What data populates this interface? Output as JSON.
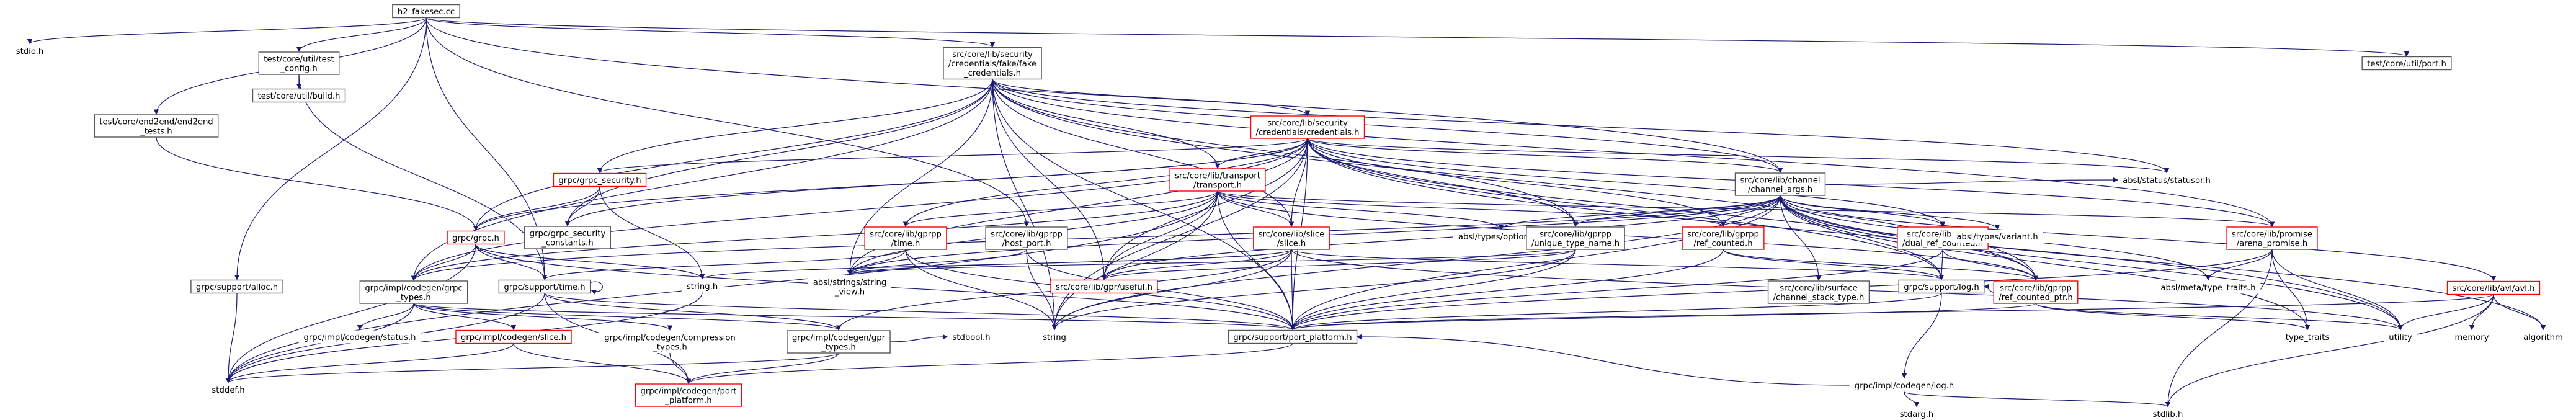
{
  "diagram": {
    "title": "h2_fakesec.cc",
    "colors": {
      "root_fill": "#bfbfbf",
      "normal_border": "#555555",
      "red_border": "#ff0000",
      "edge": "#191970",
      "text": "#000000"
    },
    "nodes": [
      {
        "id": "root",
        "lines": [
          "h2_fakesec.cc"
        ],
        "border": "root"
      },
      {
        "id": "stdio",
        "lines": [
          "stdio.h"
        ],
        "border": "none"
      },
      {
        "id": "alloc",
        "lines": [
          "grpc/support/alloc.h"
        ],
        "border": "normal"
      },
      {
        "id": "end2end",
        "lines": [
          "test/core/end2end/end2end",
          "_tests.h"
        ],
        "border": "normal"
      },
      {
        "id": "testconfig",
        "lines": [
          "test/core/util/test",
          "_config.h"
        ],
        "border": "normal"
      },
      {
        "id": "build",
        "lines": [
          "test/core/util/build.h"
        ],
        "border": "normal"
      },
      {
        "id": "fakecred",
        "lines": [
          "src/core/lib/security",
          "/credentials/fake/fake",
          "_credentials.h"
        ],
        "border": "normal"
      },
      {
        "id": "port",
        "lines": [
          "test/core/util/port.h"
        ],
        "border": "normal"
      },
      {
        "id": "cred",
        "lines": [
          "src/core/lib/security",
          "/credentials/credentials.h"
        ],
        "border": "red"
      },
      {
        "id": "grpcsec",
        "lines": [
          "grpc/grpc_security.h"
        ],
        "border": "red"
      },
      {
        "id": "transport",
        "lines": [
          "src/core/lib/transport",
          "/transport.h"
        ],
        "border": "red"
      },
      {
        "id": "statusor",
        "lines": [
          "absl/status/statusor.h"
        ],
        "border": "none"
      },
      {
        "id": "chanargs",
        "lines": [
          "src/core/lib/channel",
          "/channel_args.h"
        ],
        "border": "normal"
      },
      {
        "id": "grpch",
        "lines": [
          "grpc/grpc.h"
        ],
        "border": "red"
      },
      {
        "id": "secconst",
        "lines": [
          "grpc/grpc_security",
          "_constants.h"
        ],
        "border": "normal"
      },
      {
        "id": "gtime",
        "lines": [
          "src/core/lib/gprpp",
          "/time.h"
        ],
        "border": "red"
      },
      {
        "id": "hostport",
        "lines": [
          "src/core/lib/gprpp",
          "/host_port.h"
        ],
        "border": "normal"
      },
      {
        "id": "slice",
        "lines": [
          "src/core/lib/slice",
          "/slice.h"
        ],
        "border": "red"
      },
      {
        "id": "optional",
        "lines": [
          "absl/types/optional.h"
        ],
        "border": "none"
      },
      {
        "id": "uniq",
        "lines": [
          "src/core/lib/gprpp",
          "/unique_type_name.h"
        ],
        "border": "normal"
      },
      {
        "id": "refcounted",
        "lines": [
          "src/core/lib/gprpp",
          "/ref_counted.h"
        ],
        "border": "red"
      },
      {
        "id": "dualref",
        "lines": [
          "src/core/lib/gprpp",
          "/dual_ref_counted.h"
        ],
        "border": "red"
      },
      {
        "id": "variant",
        "lines": [
          "absl/types/variant.h"
        ],
        "border": "none"
      },
      {
        "id": "arena",
        "lines": [
          "src/core/lib/promise",
          "/arena_promise.h"
        ],
        "border": "red"
      },
      {
        "id": "avl",
        "lines": [
          "src/core/lib/avl/avl.h"
        ],
        "border": "red"
      },
      {
        "id": "metatype",
        "lines": [
          "absl/meta/type_traits.h"
        ],
        "border": "none"
      },
      {
        "id": "grpctypes",
        "lines": [
          "grpc/impl/codegen/grpc",
          "_types.h"
        ],
        "border": "normal"
      },
      {
        "id": "suptime",
        "lines": [
          "grpc/support/time.h"
        ],
        "border": "normal"
      },
      {
        "id": "stringh",
        "lines": [
          "string.h"
        ],
        "border": "none"
      },
      {
        "id": "stringview",
        "lines": [
          "absl/strings/string",
          "_view.h"
        ],
        "border": "none"
      },
      {
        "id": "useful",
        "lines": [
          "src/core/lib/gpr/useful.h"
        ],
        "border": "red"
      },
      {
        "id": "stack",
        "lines": [
          "src/core/lib/surface",
          "/channel_stack_type.h"
        ],
        "border": "normal"
      },
      {
        "id": "log",
        "lines": [
          "grpc/support/log.h"
        ],
        "border": "normal"
      },
      {
        "id": "refptr",
        "lines": [
          "src/core/lib/gprpp",
          "/ref_counted_ptr.h"
        ],
        "border": "red"
      },
      {
        "id": "typetraits",
        "lines": [
          "type_traits"
        ],
        "border": "none"
      },
      {
        "id": "utility",
        "lines": [
          "utility"
        ],
        "border": "none"
      },
      {
        "id": "memory",
        "lines": [
          "memory"
        ],
        "border": "none"
      },
      {
        "id": "algorithm",
        "lines": [
          "algorithm"
        ],
        "border": "none"
      },
      {
        "id": "status",
        "lines": [
          "grpc/impl/codegen/status.h"
        ],
        "border": "none"
      },
      {
        "id": "cslice",
        "lines": [
          "grpc/impl/codegen/slice.h"
        ],
        "border": "red"
      },
      {
        "id": "comptypes",
        "lines": [
          "grpc/impl/codegen/compression",
          "_types.h"
        ],
        "border": "none"
      },
      {
        "id": "gprtypes",
        "lines": [
          "grpc/impl/codegen/gpr",
          "_types.h"
        ],
        "border": "normal"
      },
      {
        "id": "stdbool",
        "lines": [
          "stdbool.h"
        ],
        "border": "none"
      },
      {
        "id": "string",
        "lines": [
          "string"
        ],
        "border": "none"
      },
      {
        "id": "portplat",
        "lines": [
          "grpc/support/port_platform.h"
        ],
        "border": "normal"
      },
      {
        "id": "clog",
        "lines": [
          "grpc/impl/codegen/log.h"
        ],
        "border": "none"
      },
      {
        "id": "stddef",
        "lines": [
          "stddef.h"
        ],
        "border": "none"
      },
      {
        "id": "cportplat",
        "lines": [
          "grpc/impl/codegen/port",
          "_platform.h"
        ],
        "border": "red"
      },
      {
        "id": "stdarg",
        "lines": [
          "stdarg.h"
        ],
        "border": "none"
      },
      {
        "id": "stdlib",
        "lines": [
          "stdlib.h"
        ],
        "border": "none"
      }
    ],
    "edges": [
      [
        "root",
        "stdio"
      ],
      [
        "root",
        "alloc"
      ],
      [
        "root",
        "end2end"
      ],
      [
        "root",
        "testconfig"
      ],
      [
        "root",
        "fakecred"
      ],
      [
        "root",
        "port"
      ],
      [
        "root",
        "suptime"
      ],
      [
        "root",
        "hostport"
      ],
      [
        "root",
        "chanargs"
      ],
      [
        "testconfig",
        "build"
      ],
      [
        "testconfig",
        "suptime"
      ],
      [
        "end2end",
        "grpch"
      ],
      [
        "alloc",
        "stddef"
      ],
      [
        "fakecred",
        "cred"
      ],
      [
        "fakecred",
        "grpcsec"
      ],
      [
        "fakecred",
        "secconst"
      ],
      [
        "fakecred",
        "grpch"
      ],
      [
        "fakecred",
        "grpctypes"
      ],
      [
        "fakecred",
        "portplat"
      ],
      [
        "fakecred",
        "string"
      ],
      [
        "fakecred",
        "stringview"
      ],
      [
        "fakecred",
        "slice"
      ],
      [
        "fakecred",
        "uniq"
      ],
      [
        "fakecred",
        "arena"
      ],
      [
        "fakecred",
        "statusor"
      ],
      [
        "fakecred",
        "chanargs"
      ],
      [
        "fakecred",
        "transport"
      ],
      [
        "fakecred",
        "useful"
      ],
      [
        "fakecred",
        "refptr"
      ],
      [
        "cred",
        "grpcsec"
      ],
      [
        "cred",
        "grpch"
      ],
      [
        "cred",
        "grpctypes"
      ],
      [
        "cred",
        "transport"
      ],
      [
        "cred",
        "statusor"
      ],
      [
        "cred",
        "chanargs"
      ],
      [
        "cred",
        "slice"
      ],
      [
        "cred",
        "uniq"
      ],
      [
        "cred",
        "refcounted"
      ],
      [
        "cred",
        "dualref"
      ],
      [
        "cred",
        "arena"
      ],
      [
        "cred",
        "stringview"
      ],
      [
        "cred",
        "string"
      ],
      [
        "cred",
        "portplat"
      ],
      [
        "cred",
        "refptr"
      ],
      [
        "cred",
        "useful"
      ],
      [
        "cred",
        "log"
      ],
      [
        "cred",
        "utility"
      ],
      [
        "cred",
        "secconst"
      ],
      [
        "cred",
        "gtime"
      ],
      [
        "grpcsec",
        "secconst"
      ],
      [
        "grpcsec",
        "grpch"
      ],
      [
        "grpcsec",
        "stringh"
      ],
      [
        "transport",
        "slice"
      ],
      [
        "transport",
        "optional"
      ],
      [
        "transport",
        "gtime"
      ],
      [
        "transport",
        "stringview"
      ],
      [
        "transport",
        "portplat"
      ],
      [
        "transport",
        "string"
      ],
      [
        "transport",
        "refcounted"
      ],
      [
        "transport",
        "arena"
      ],
      [
        "transport",
        "grpctypes"
      ],
      [
        "transport",
        "useful"
      ],
      [
        "transport",
        "refptr"
      ],
      [
        "transport",
        "stddef"
      ],
      [
        "chanargs",
        "optional"
      ],
      [
        "chanargs",
        "variant"
      ],
      [
        "chanargs",
        "statusor"
      ],
      [
        "chanargs",
        "stringview"
      ],
      [
        "chanargs",
        "uniq"
      ],
      [
        "chanargs",
        "refcounted"
      ],
      [
        "chanargs",
        "dualref"
      ],
      [
        "chanargs",
        "avl"
      ],
      [
        "chanargs",
        "stack"
      ],
      [
        "chanargs",
        "log"
      ],
      [
        "chanargs",
        "refptr"
      ],
      [
        "chanargs",
        "useful"
      ],
      [
        "chanargs",
        "portplat"
      ],
      [
        "chanargs",
        "string"
      ],
      [
        "chanargs",
        "utility"
      ],
      [
        "chanargs",
        "typetraits"
      ],
      [
        "chanargs",
        "grpctypes"
      ],
      [
        "chanargs",
        "algorithm"
      ],
      [
        "chanargs",
        "metatype"
      ],
      [
        "grpch",
        "grpctypes"
      ],
      [
        "grpch",
        "suptime"
      ],
      [
        "grpch",
        "stddef"
      ],
      [
        "grpch",
        "portplat"
      ],
      [
        "grpch",
        "stringh"
      ],
      [
        "gtime",
        "suptime"
      ],
      [
        "gtime",
        "portplat"
      ],
      [
        "gtime",
        "string"
      ],
      [
        "gtime",
        "stringview"
      ],
      [
        "hostport",
        "stringview"
      ],
      [
        "hostport",
        "string"
      ],
      [
        "hostport",
        "portplat"
      ],
      [
        "slice",
        "stringview"
      ],
      [
        "slice",
        "stringh"
      ],
      [
        "slice",
        "portplat"
      ],
      [
        "slice",
        "log"
      ],
      [
        "slice",
        "useful"
      ],
      [
        "slice",
        "string"
      ],
      [
        "slice",
        "utility"
      ],
      [
        "slice",
        "gprtypes"
      ],
      [
        "uniq",
        "stringview"
      ],
      [
        "uniq",
        "useful"
      ],
      [
        "uniq",
        "portplat"
      ],
      [
        "uniq",
        "string"
      ],
      [
        "refcounted",
        "log"
      ],
      [
        "refcounted",
        "refptr"
      ],
      [
        "refcounted",
        "portplat"
      ],
      [
        "dualref",
        "log"
      ],
      [
        "dualref",
        "refptr"
      ],
      [
        "dualref",
        "portplat"
      ],
      [
        "arena",
        "metatype"
      ],
      [
        "arena",
        "typetraits"
      ],
      [
        "arena",
        "utility"
      ],
      [
        "arena",
        "stdlib"
      ],
      [
        "arena",
        "portplat"
      ],
      [
        "avl",
        "utility"
      ],
      [
        "avl",
        "memory"
      ],
      [
        "avl",
        "algorithm"
      ],
      [
        "avl",
        "stdlib"
      ],
      [
        "avl",
        "portplat"
      ],
      [
        "grpctypes",
        "status"
      ],
      [
        "grpctypes",
        "cslice"
      ],
      [
        "grpctypes",
        "comptypes"
      ],
      [
        "grpctypes",
        "gprtypes"
      ],
      [
        "grpctypes",
        "stddef"
      ],
      [
        "grpctypes",
        "portplat"
      ],
      [
        "suptime",
        "gprtypes"
      ],
      [
        "suptime",
        "stddef"
      ],
      [
        "suptime",
        "portplat"
      ],
      [
        "suptime",
        "cportplat"
      ],
      [
        "suptime",
        "suptime"
      ],
      [
        "stringh",
        "stddef"
      ],
      [
        "log",
        "clog"
      ],
      [
        "log",
        "portplat"
      ],
      [
        "refptr",
        "typetraits"
      ],
      [
        "refptr",
        "utility"
      ],
      [
        "refptr",
        "portplat"
      ],
      [
        "refptr",
        "log"
      ],
      [
        "cslice",
        "stddef"
      ],
      [
        "cslice",
        "cportplat"
      ],
      [
        "comptypes",
        "cportplat"
      ],
      [
        "gprtypes",
        "stdbool"
      ],
      [
        "gprtypes",
        "stddef"
      ],
      [
        "gprtypes",
        "cportplat"
      ],
      [
        "portplat",
        "cportplat"
      ],
      [
        "clog",
        "stdarg"
      ],
      [
        "clog",
        "stdlib"
      ],
      [
        "clog",
        "portplat"
      ]
    ]
  }
}
